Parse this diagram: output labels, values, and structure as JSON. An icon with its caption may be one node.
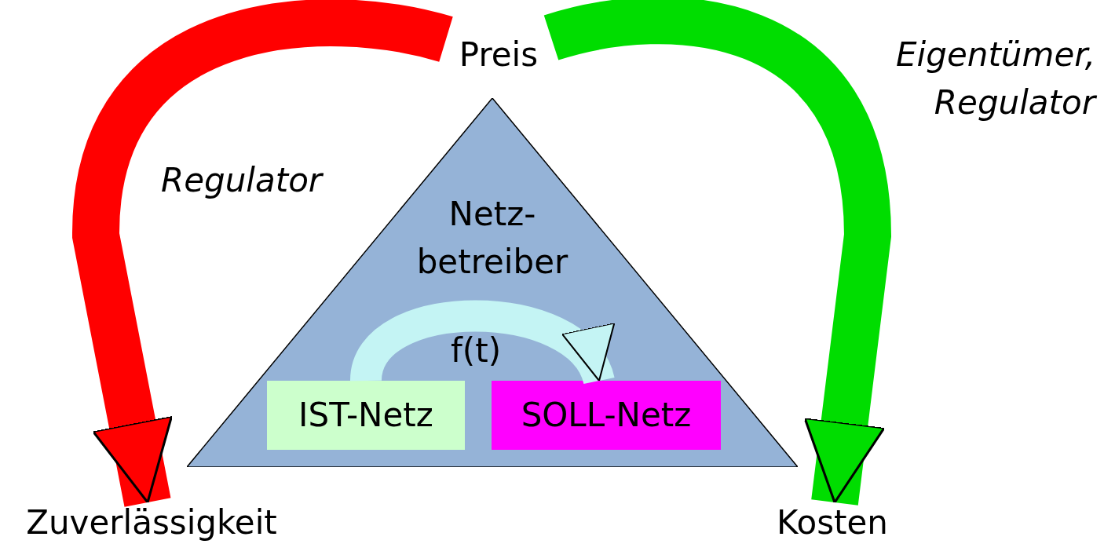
{
  "diagram": {
    "nodes": [
      {
        "text": [
          "Preis"
        ]
      },
      {
        "text": [
          "Zuverlässigkeit"
        ]
      },
      {
        "text": [
          "Kosten"
        ]
      },
      {
        "text": [
          "Netz- betreiber"
        ]
      },
      {
        "text": [
          "IST-Netz"
        ],
        "in": 3
      },
      {
        "text": [
          "SOLL-Netz"
        ],
        "in": 3
      }
    ],
    "edges": [
      {
        "from": 0,
        "to": 1,
        "arrow": "to",
        "label": "Regulator",
        "color": "#ff0000"
      },
      {
        "from": 0,
        "to": 2,
        "arrow": "to",
        "label": "Eigentümer, Regulator",
        "color": "#00dd00"
      },
      {
        "from": 4,
        "to": 5,
        "arrow": "to",
        "label": "f(t)",
        "color": "#c4f4f4"
      }
    ]
  }
}
